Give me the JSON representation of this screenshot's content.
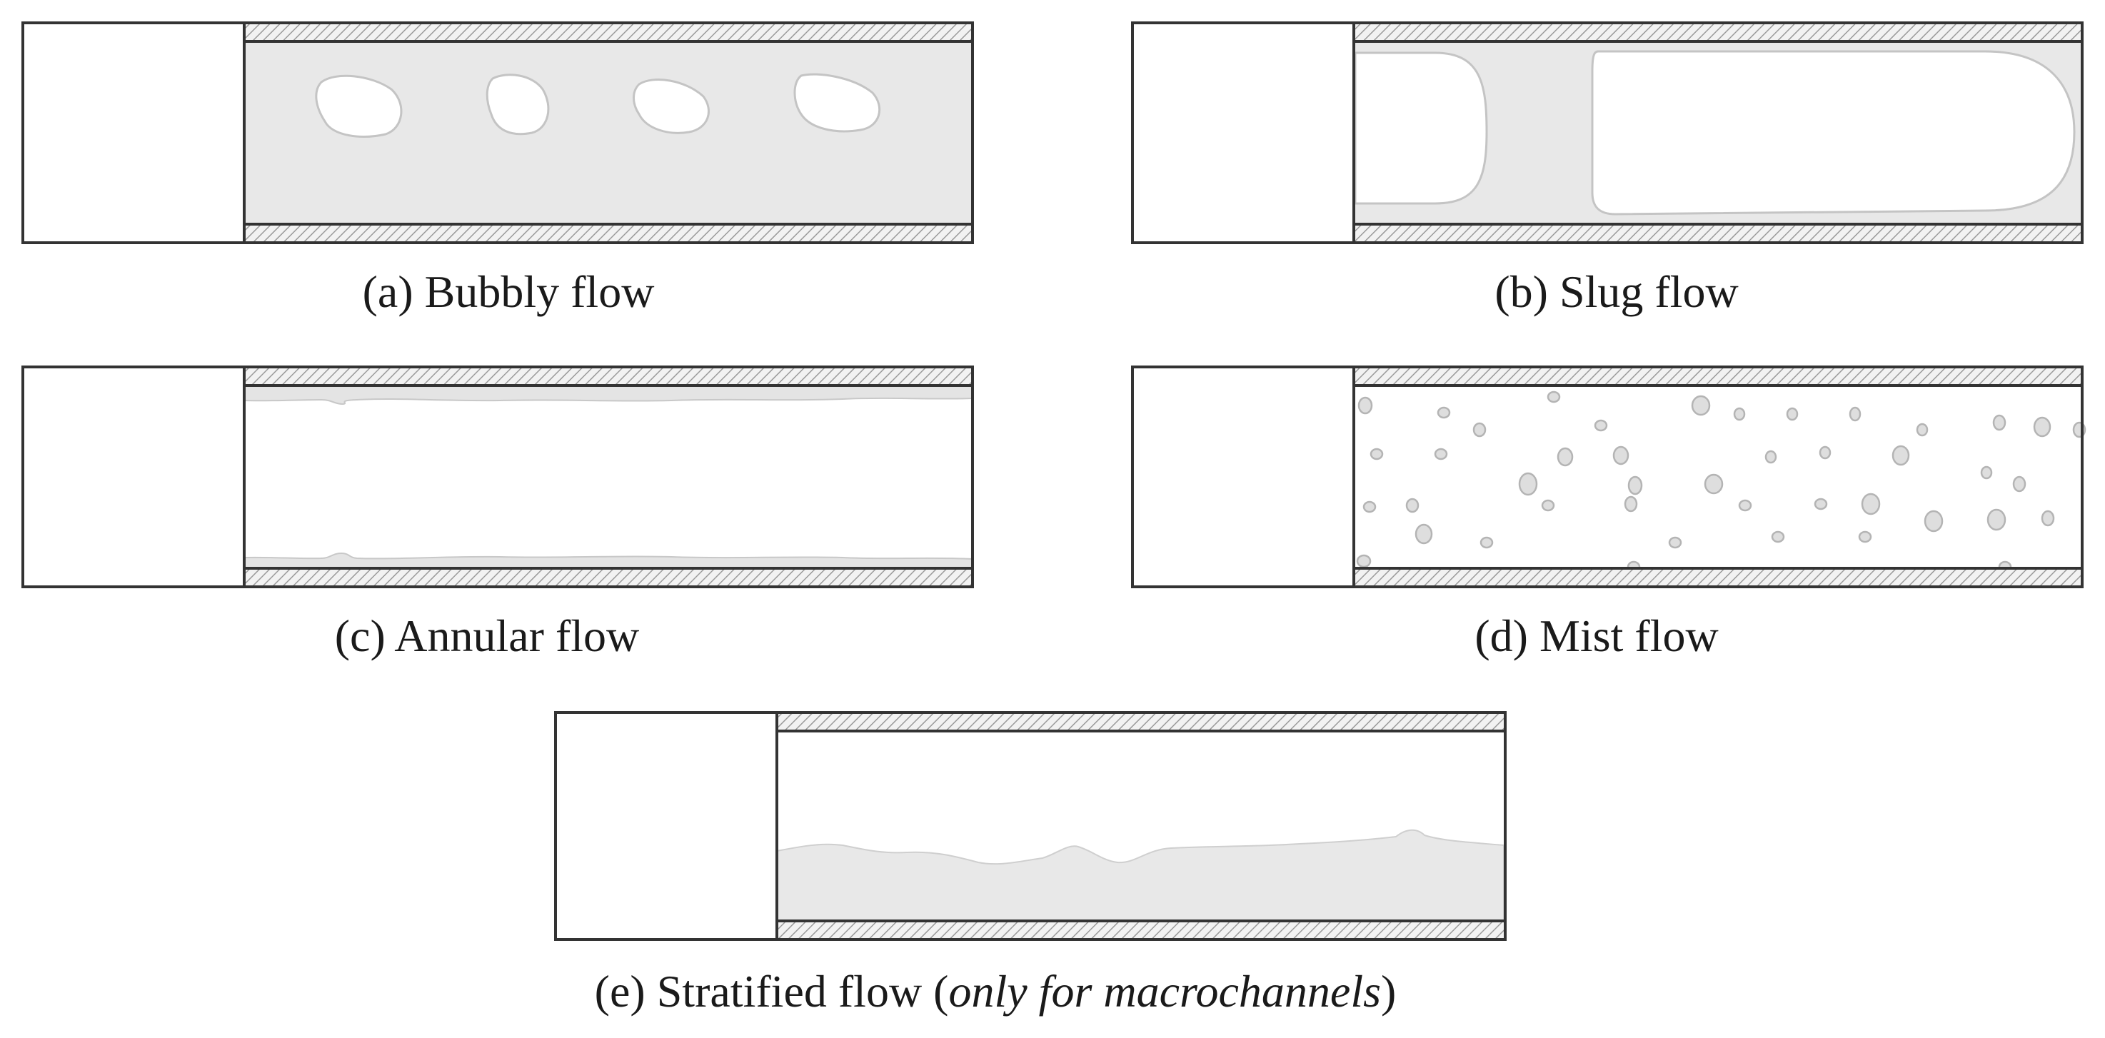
{
  "figure": {
    "panels": [
      {
        "id": "a",
        "caption": "(a) Bubbly flow",
        "caption_italic": "",
        "caption_tail": ""
      },
      {
        "id": "b",
        "caption": "(b) Slug flow",
        "caption_italic": "",
        "caption_tail": ""
      },
      {
        "id": "c",
        "caption": "(c) Annular flow",
        "caption_italic": "",
        "caption_tail": ""
      },
      {
        "id": "d",
        "caption": "(d) Mist flow",
        "caption_italic": "",
        "caption_tail": ""
      },
      {
        "id": "e",
        "caption": "(e) Stratified flow (",
        "caption_italic": "only for macrochannels",
        "caption_tail": ")"
      }
    ]
  },
  "colors": {
    "liquid": "#e8e8e8",
    "gas": "#ffffff",
    "wall_hatch": "#9a9a9a",
    "outline": "#333333"
  }
}
